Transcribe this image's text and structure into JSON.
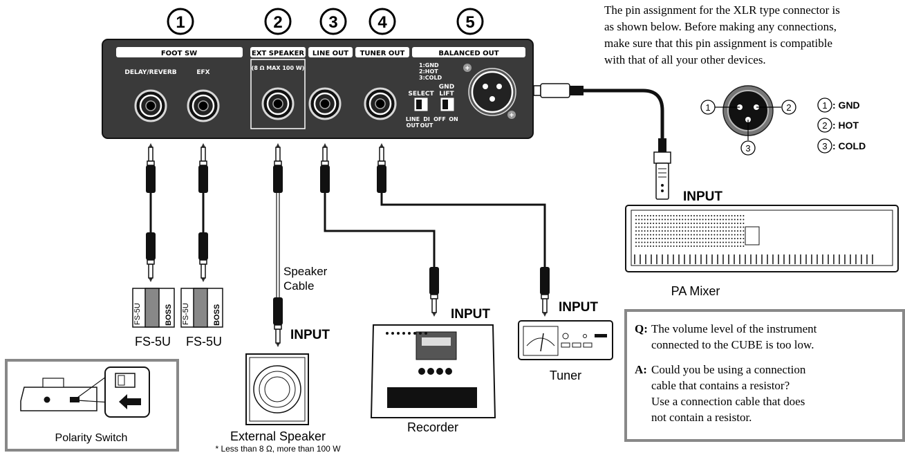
{
  "callouts": [
    "1",
    "2",
    "3",
    "4",
    "5"
  ],
  "panel": {
    "foot_sw": "FOOT SW",
    "delay_reverb": "DELAY/REVERB",
    "efx": "EFX",
    "ext_speaker": "EXT SPEAKER",
    "ext_speaker_spec": "(8 Ω MAX 100 W)",
    "line_out": "LINE OUT",
    "tuner_out": "TUNER OUT",
    "balanced_out": "BALANCED OUT",
    "pin_line1": "1:GND",
    "pin_line2": "2:HOT",
    "pin_line3": "3:COLD",
    "select": "SELECT",
    "line_out_sw_1": "LINE",
    "line_out_sw_2": "OUT",
    "di_out_sw_1": "DI",
    "di_out_sw_2": "OUT",
    "gnd_lift_1": "GND",
    "gnd_lift_2": "LIFT",
    "off": "OFF",
    "on": "ON"
  },
  "pin_note": [
    "The pin assignment for the XLR type connector is",
    "as shown below. Before making any connections,",
    "make sure that this pin assignment is compatible",
    "with that of all your other devices."
  ],
  "xlr_pins": {
    "p1": "1",
    "p2": "2",
    "p3": "3",
    "legend": [
      {
        "num": "1",
        "text": ": GND"
      },
      {
        "num": "2",
        "text": ": HOT"
      },
      {
        "num": "3",
        "text": ": COLD"
      }
    ]
  },
  "devices": {
    "fs5u_logo": "FS-5U",
    "boss_logo": "BOSS",
    "fs5u_a": "FS-5U",
    "fs5u_b": "FS-5U",
    "speaker_cable_1": "Speaker",
    "speaker_cable_2": "Cable",
    "input_speaker": "INPUT",
    "external_speaker": "External Speaker",
    "external_speaker_note": "* Less than 8 Ω, more than 100 W",
    "input_recorder": "INPUT",
    "recorder": "Recorder",
    "input_tuner": "INPUT",
    "tuner": "Tuner",
    "input_mixer": "INPUT",
    "pa_mixer": "PA Mixer",
    "polarity_switch": "Polarity Switch"
  },
  "qa": {
    "q_label": "Q:",
    "q_text_1": "The volume level of the instrument",
    "q_text_2": "connected to the CUBE is too low.",
    "a_label": "A:",
    "a_text_1": "Could you be using a connection",
    "a_text_2": "cable that contains a resistor?",
    "a_text_3": "Use a connection cable that does",
    "a_text_4": "not contain a resistor."
  }
}
